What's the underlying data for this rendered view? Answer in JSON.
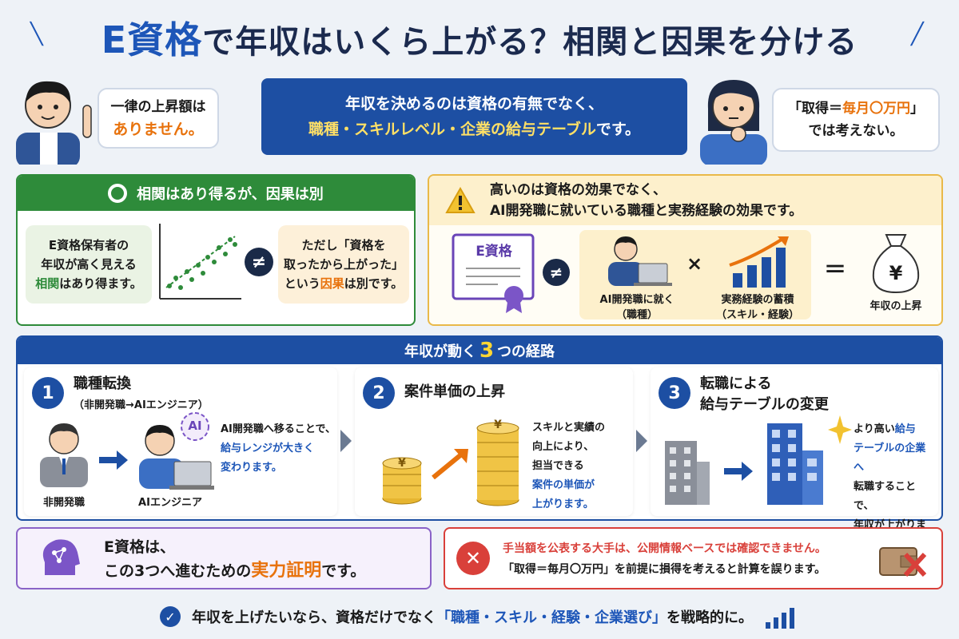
{
  "title": {
    "highlight": "E資格",
    "rest": "で年収はいくら上がる？相関と因果を分ける"
  },
  "left_bubble": {
    "line1": "一律の上昇額は",
    "line2": "ありません。"
  },
  "banner": {
    "line1": "年収を決めるのは資格の有無でなく、",
    "line2_highlight": "職種・スキルレベル・企業の給与テーブル",
    "line2_rest": "です。"
  },
  "right_bubble": {
    "line1_a": "「取得＝",
    "line1_highlight": "毎月〇万円",
    "line1_b": "」",
    "line2": "では考えない。"
  },
  "correlation": {
    "heading": "相関はあり得るが、因果は別",
    "left_box": {
      "line1": "E資格保有者の",
      "line2": "年収が高く見える",
      "line3_highlight": "相関",
      "line3_rest": "はあり得ます。"
    },
    "neq": "≠",
    "right_box": {
      "line1": "ただし「資格を",
      "line2": "取ったから上がった」",
      "line3_a": "という",
      "line3_highlight": "因果",
      "line3_b": "は別です。"
    }
  },
  "effect": {
    "heading_line1": "高いのは資格の効果でなく、",
    "heading_line2": "AI開発職に就いている職種と実務経験の効果です。",
    "cert_label": "E資格",
    "neq": "≠",
    "job_label_1": "AI開発職に就く",
    "job_label_2": "（職種）",
    "times": "×",
    "exp_label_1": "実務経験の蓄積",
    "exp_label_2": "（スキル・経験）",
    "eq": "＝",
    "yen": "¥",
    "result_label": "年収の上昇"
  },
  "paths": {
    "heading_a": "年収が動く",
    "heading_num": "3",
    "heading_b": "つの経路",
    "step1": {
      "num": "1",
      "title": "職種転換",
      "sub": "（非開発職→AIエンジニア）",
      "from_label": "非開発職",
      "ai_badge": "AI",
      "to_label": "AIエンジニア",
      "desc1": "AI開発職へ移ることで、",
      "desc2_highlight": "給与レンジが大きく",
      "desc3_highlight": "変わります。"
    },
    "step2": {
      "num": "2",
      "title": "案件単価の上昇",
      "yen": "¥",
      "desc1": "スキルと実績の",
      "desc2": "向上により、",
      "desc3": "担当できる",
      "desc4_highlight": "案件の単価が",
      "desc5_highlight": "上がります。"
    },
    "step3": {
      "num": "3",
      "title_line1": "転職による",
      "title_line2": "給与テーブルの変更",
      "desc1_a": "より高い",
      "desc1_highlight": "給与",
      "desc2_highlight": "テーブルの企業へ",
      "desc3": "転職することで、",
      "desc4": "年収が上がります。"
    }
  },
  "proof": {
    "line1": "E資格は、",
    "line2_a": "この3つへ進むための",
    "line2_highlight": "実力証明",
    "line2_b": "です。"
  },
  "warning": {
    "line1": "手当額を公表する大手は、公開情報ベースでは確認できません。",
    "line2": "「取得＝毎月〇万円」を前提に損得を考えると計算を誤ります。"
  },
  "footer": {
    "text_a": "年収を上げたいなら、資格だけでなく",
    "text_highlight": "「職種・スキル・経験・企業選び」",
    "text_b": "を戦略的に。"
  },
  "icons": [
    "sparkle-icon",
    "person-pointing-icon",
    "person-thinking-icon",
    "circle-icon",
    "scatter-plot-icon",
    "warning-icon",
    "certificate-icon",
    "person-laptop-icon",
    "rising-chart-icon",
    "money-bag-icon",
    "businessman-icon",
    "ai-brain-icon",
    "coin-stack-icon",
    "arrow-up-icon",
    "building-icon",
    "ai-head-icon",
    "cross-icon",
    "wallet-cross-icon",
    "check-icon",
    "bar-chart-icon"
  ],
  "colors": {
    "primary": "#1d4fa3",
    "green": "#2e8b3a",
    "orange": "#e8720c",
    "red": "#d9403a",
    "purple": "#8a63c7",
    "yellow": "#e9b949"
  }
}
